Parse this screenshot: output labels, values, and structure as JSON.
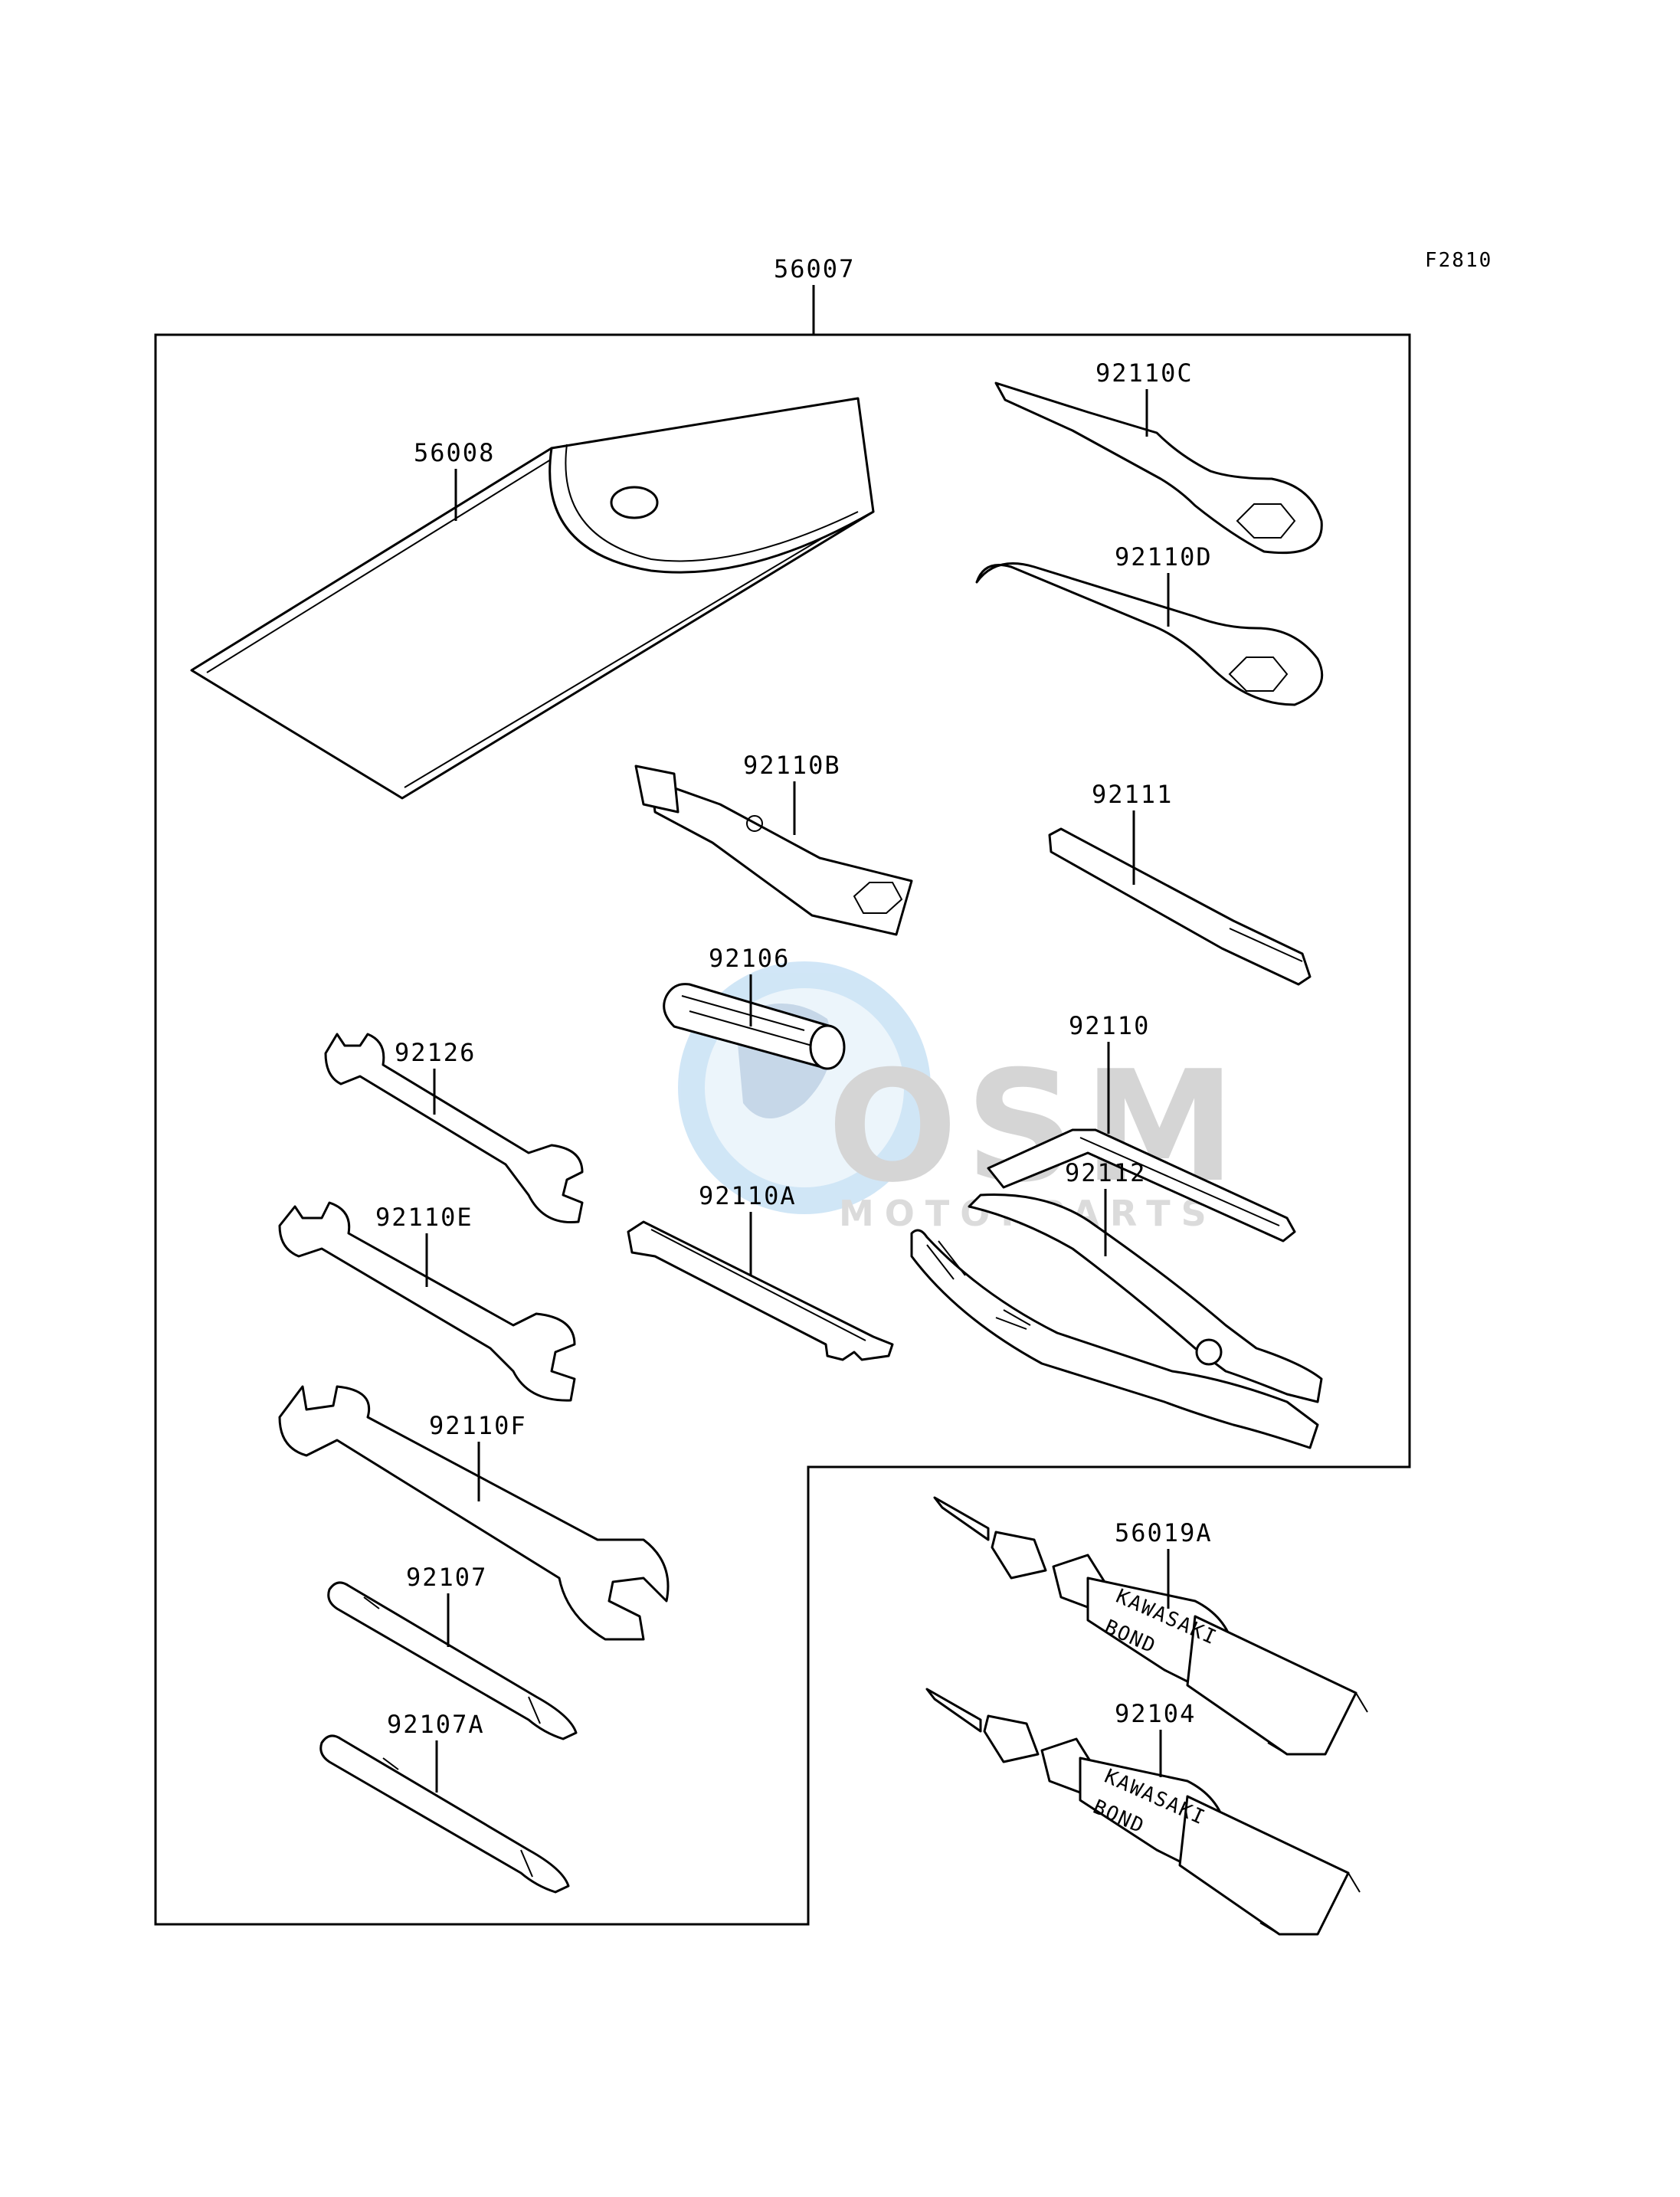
{
  "figure_id": "F2810",
  "watermark": {
    "brand": "OSM",
    "subtitle": "MOTORPARTS"
  },
  "parts": {
    "kit": "56007",
    "pouch": "56008",
    "ring_wrench_c": "92110C",
    "ring_wrench_d": "92110D",
    "plug_wrench": "92110B",
    "handle_bar": "92111",
    "socket_tool": "92106",
    "hex_key": "92110",
    "wrench_126": "92126",
    "pliers": "92112",
    "spanner_a": "92110A",
    "wrench_e": "92110E",
    "wrench_f": "92110F",
    "screwdriver": "92107",
    "screwdriver_a": "92107A",
    "bond_a": "56019A",
    "bond": "92104"
  },
  "tube_text": {
    "line1": "KAWASAKI",
    "line2": "BOND"
  }
}
